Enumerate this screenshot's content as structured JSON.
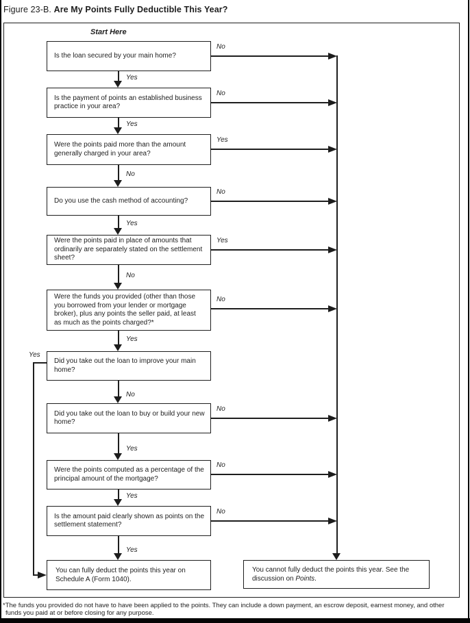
{
  "title": {
    "figure_label": "Figure 23-B.",
    "heading": "Are My Points Fully Deductible This Year?"
  },
  "flowchart": {
    "start_label": "Start Here",
    "questions": [
      {
        "text": "Is the loan secured by your main home?",
        "side_label": "No",
        "down_label": "Yes"
      },
      {
        "text": "Is the payment of points an established business practice in your area?",
        "side_label": "No",
        "down_label": "Yes"
      },
      {
        "text": "Were the points paid more than the amount generally charged in your area?",
        "side_label": "Yes",
        "down_label": "No"
      },
      {
        "text": "Do you use the cash method of accounting?",
        "side_label": "No",
        "down_label": "Yes"
      },
      {
        "text": "Were the points paid in place of amounts that ordinarily are separately stated on the settlement sheet?",
        "side_label": "Yes",
        "down_label": "No"
      },
      {
        "text": "Were the funds you provided (other than those you borrowed from your lender or mortgage broker), plus any points the seller paid, at least as much as the points charged?*",
        "side_label": "No",
        "down_label": "Yes"
      },
      {
        "text": "Did you take out the loan to improve your main home?",
        "side_label": "Yes",
        "down_label": "No"
      },
      {
        "text": "Did you take out the loan to buy or build your new home?",
        "side_label": "No",
        "down_label": "Yes"
      },
      {
        "text": "Were the points computed as a percentage of the principal amount of the mortgage?",
        "side_label": "No",
        "down_label": "Yes"
      },
      {
        "text": "Is the amount paid clearly shown as points on the settlement statement?",
        "side_label": "No",
        "down_label": "Yes"
      }
    ],
    "result_deduct": {
      "text": "You can fully deduct the points this year on Schedule A (Form 1040)."
    },
    "result_no_deduct": {
      "text_before": "You cannot fully deduct the points this year. See the discussion on ",
      "italic_term": "Points",
      "text_after": "."
    }
  },
  "footnote": {
    "line1": "*The funds you provided do not have to have been applied to the points. They can include a down payment, an escrow deposit, earnest money, and other",
    "line2": "funds you paid at or before closing for any purpose."
  }
}
